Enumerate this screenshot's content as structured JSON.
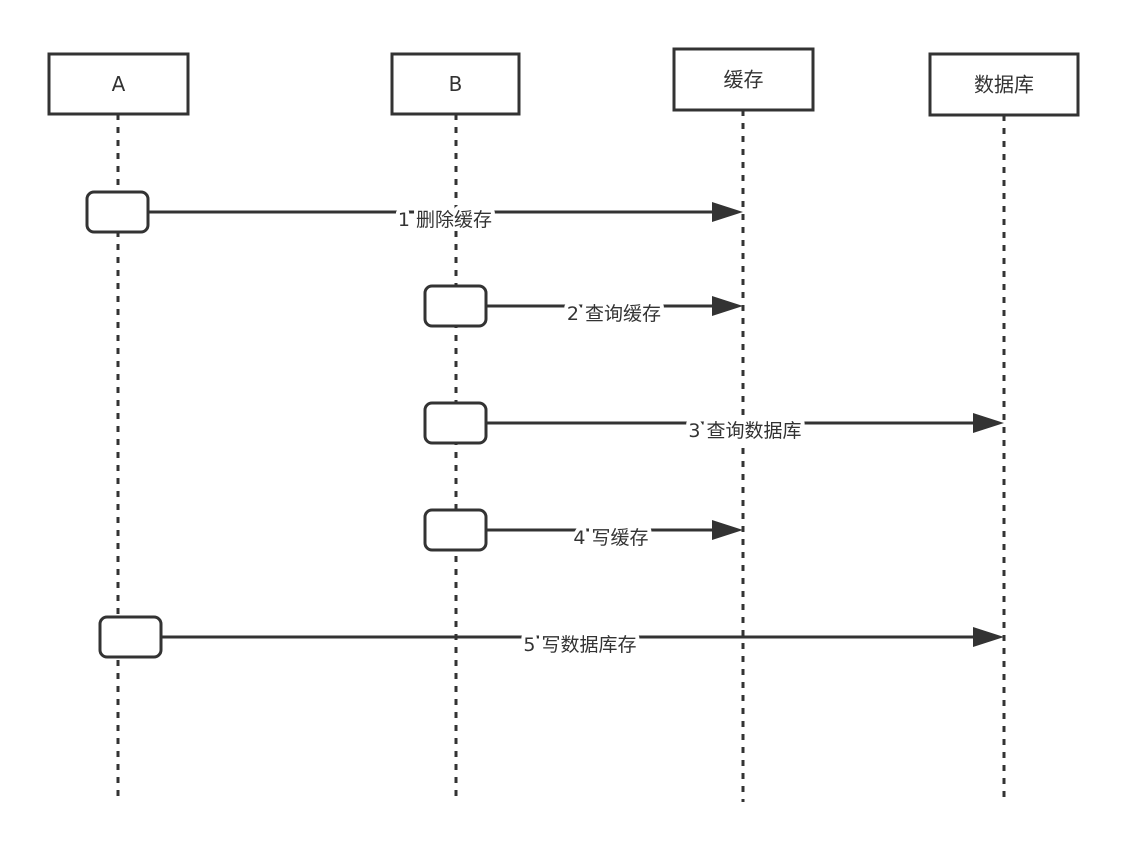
{
  "colors": {
    "stroke": "#333333",
    "background": "#ffffff"
  },
  "participants": [
    {
      "id": "A",
      "label": "A"
    },
    {
      "id": "B",
      "label": "B"
    },
    {
      "id": "cache",
      "label": "缓存"
    },
    {
      "id": "db",
      "label": "数据库"
    }
  ],
  "messages": [
    {
      "from": "A",
      "to": "cache",
      "label": "1 删除缓存"
    },
    {
      "from": "B",
      "to": "cache",
      "label": "2 查询缓存"
    },
    {
      "from": "B",
      "to": "db",
      "label": "3 查询数据库"
    },
    {
      "from": "B",
      "to": "cache",
      "label": "4 写缓存"
    },
    {
      "from": "A",
      "to": "db",
      "label": "5 写数据库存"
    }
  ]
}
